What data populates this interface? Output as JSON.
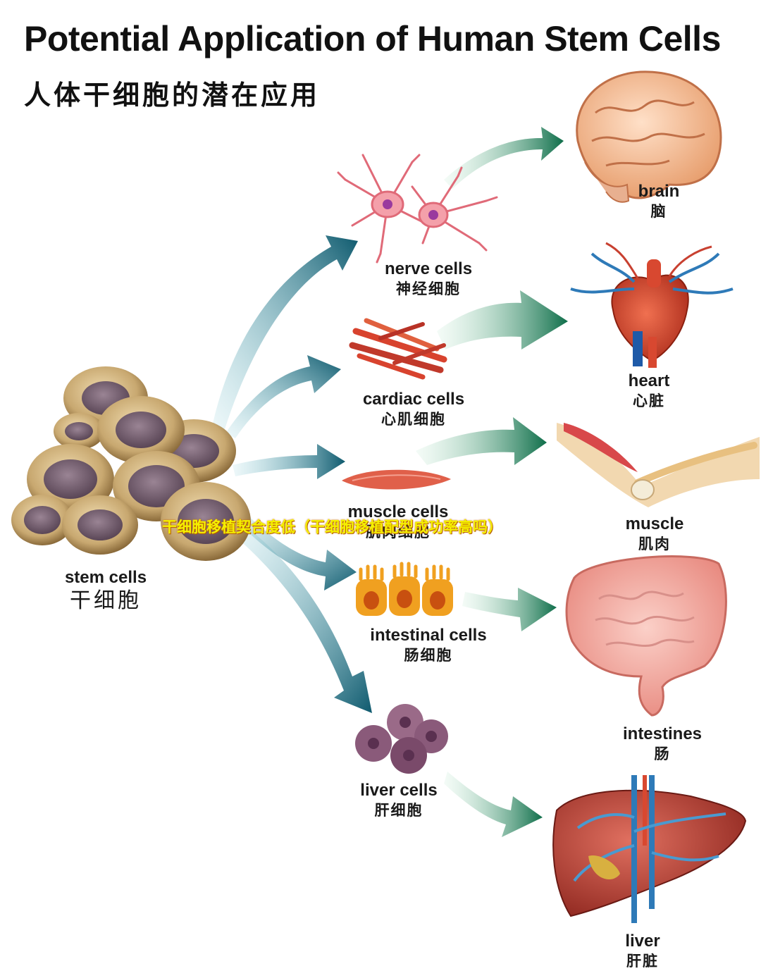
{
  "title": "Potential Application of Human Stem Cells",
  "subtitle": "人体干细胞的潜在应用",
  "stem": {
    "en": "stem cells",
    "zh": "干细胞"
  },
  "cells": [
    {
      "en": "nerve cells",
      "zh": "神经细胞"
    },
    {
      "en": "cardiac cells",
      "zh": "心肌细胞"
    },
    {
      "en": "muscle cells",
      "zh": "肌肉细胞"
    },
    {
      "en": "intestinal cells",
      "zh": "肠细胞"
    },
    {
      "en": "liver cells",
      "zh": "肝细胞"
    }
  ],
  "organs": [
    {
      "en": "brain",
      "zh": "脑"
    },
    {
      "en": "heart",
      "zh": "心脏"
    },
    {
      "en": "muscle",
      "zh": "肌肉"
    },
    {
      "en": "intestines",
      "zh": "肠"
    },
    {
      "en": "liver",
      "zh": "肝脏"
    }
  ],
  "overlay_text": "干细胞移植契合度低（干细胞移植配型成功率高吗）",
  "colors": {
    "arrow_teal_dark": "#0f5a6e",
    "arrow_teal_light": "#8fd0da",
    "arrow_green_dark": "#0f6e4a",
    "arrow_green_light": "#c7ecd6",
    "stem_cell_body": "#c8a870",
    "stem_cell_nucleus": "#6e5a6a",
    "overlay_text": "#f4f000"
  }
}
